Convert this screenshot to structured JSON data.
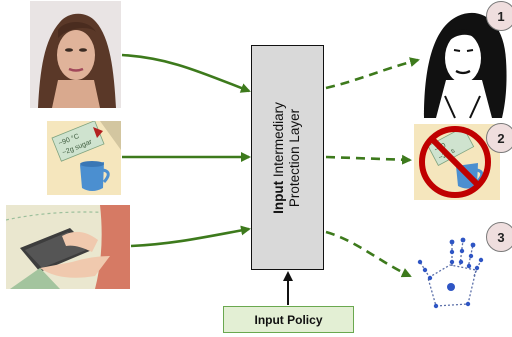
{
  "center_box": {
    "label_bold": "Input",
    "label_rest_line1": " Intermediary",
    "label_line2": "Protection Layer"
  },
  "policy_box": {
    "label": "Input Policy"
  },
  "badges": [
    "1",
    "2",
    "3"
  ],
  "food_card": {
    "line1": "~90 °C",
    "line2": "~2g sugar"
  },
  "food_card_out": {
    "line1": "~90",
    "line2": "~2g s"
  },
  "colors": {
    "arrow_green": "#3d7a1c",
    "box_fill": "#d9d9d9",
    "policy_fill": "#e3efd4",
    "badge_fill": "#efdede",
    "prohibit_red": "#c00000"
  },
  "icons": [
    "face-photo",
    "food-label-photo",
    "typing-photo",
    "face-sketch-output",
    "prohibited-food-output",
    "hand-skeleton-output"
  ]
}
